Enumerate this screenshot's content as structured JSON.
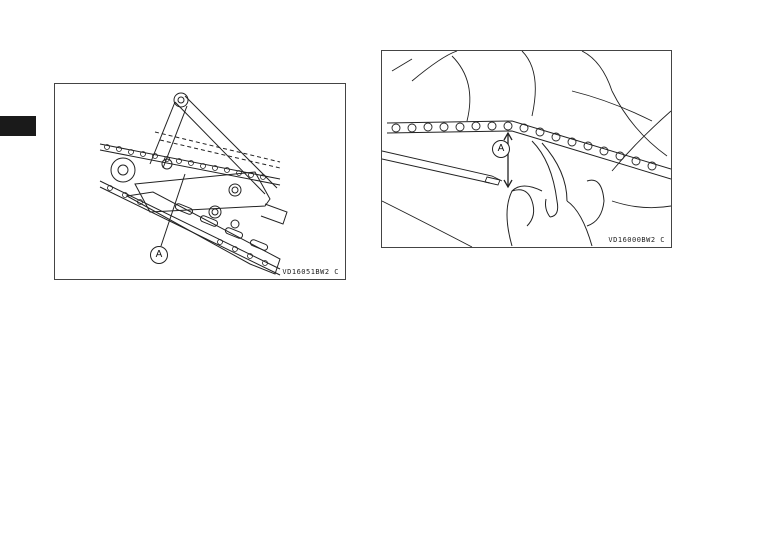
{
  "figures": [
    {
      "code": "VD16051BW2  C",
      "callout": "A"
    },
    {
      "code": "VD16000BW2  C",
      "callout": "A"
    }
  ]
}
